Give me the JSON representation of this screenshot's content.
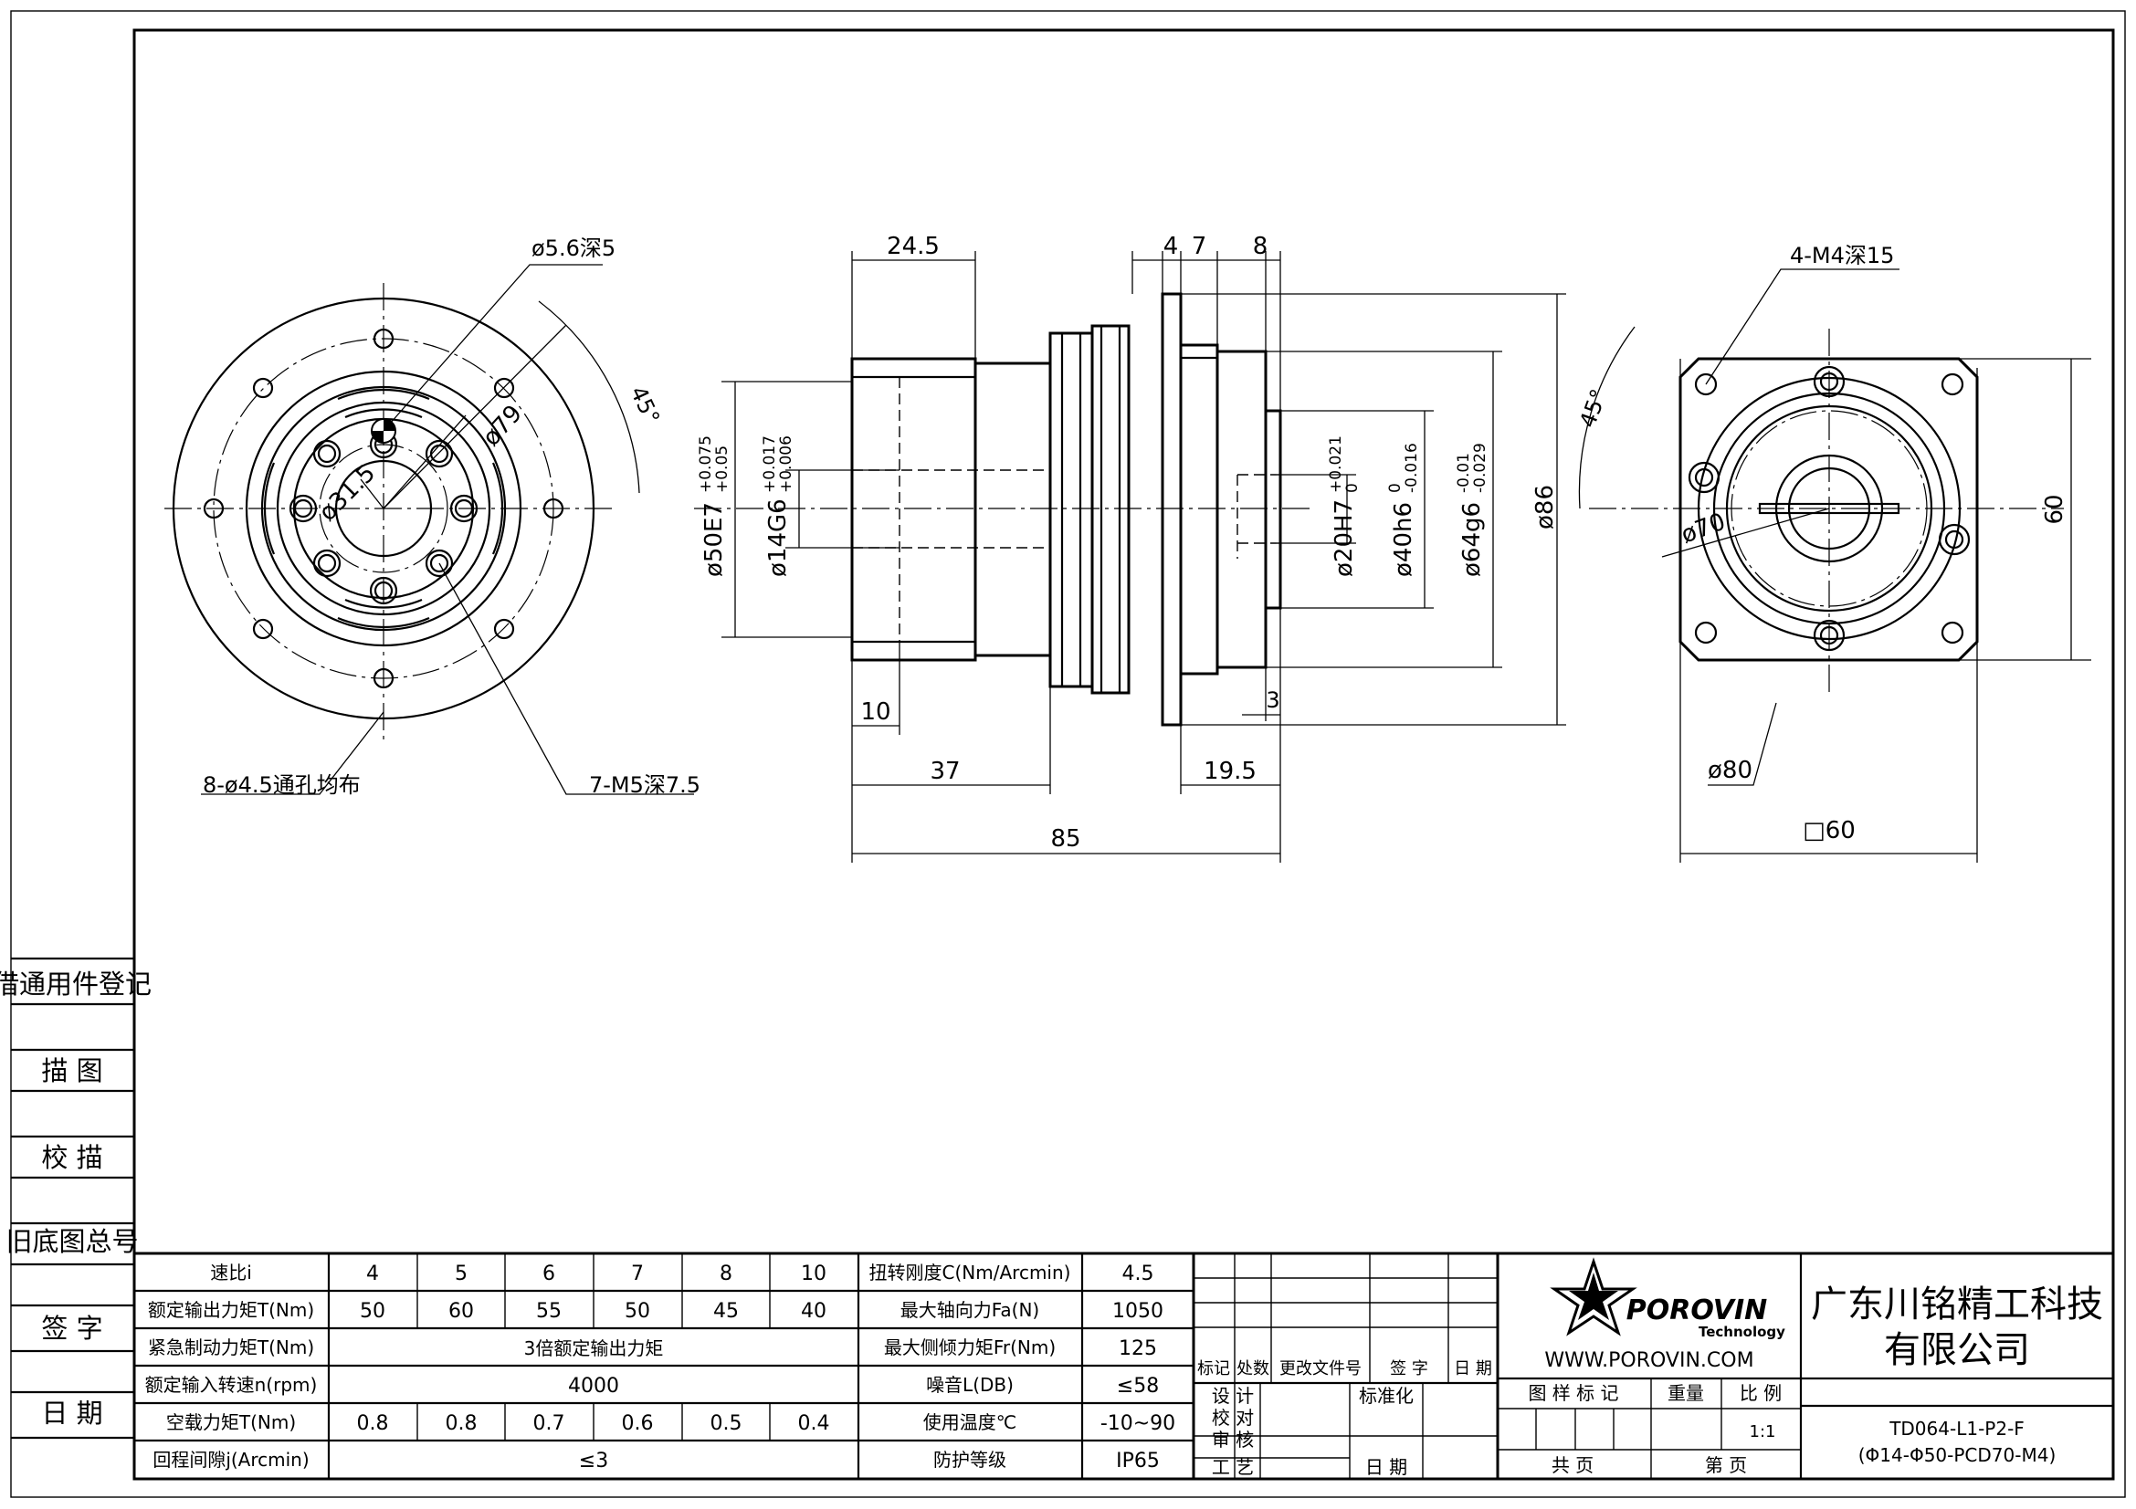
{
  "side_labels": [
    "借通用件登记",
    "描  图",
    "校  描",
    "旧底图总号",
    "签  字",
    "日  期"
  ],
  "dims_front": {
    "d5_6": "ø5.6深5",
    "d79": "ø79",
    "d31_5": "ø31.5",
    "angle45": "45°",
    "holes8": "8-ø4.5通孔均布",
    "m5": "7-M5深7.5"
  },
  "dims_side": {
    "l24_5": "24.5",
    "l4": "4",
    "l7": "7",
    "l8": "8",
    "l10": "10",
    "l37": "37",
    "l85": "85",
    "l19_5": "19.5",
    "l3": "3",
    "d50": "ø50E7",
    "d50tol_up": "+0.075",
    "d50tol_lo": "+0.05",
    "d14": "ø14G6",
    "d14tol_up": "+0.017",
    "d14tol_lo": "+0.006",
    "d20": "ø20H7",
    "d20tol_up": "+0.021",
    "d20tol_lo": "0",
    "d40": "ø40h6",
    "d40tol_up": "0",
    "d40tol_lo": "-0.016",
    "d64": "ø64g6",
    "d64tol_up": "-0.01",
    "d64tol_lo": "-0.029",
    "d86": "ø86"
  },
  "dims_rear": {
    "m4": "4-M4深15",
    "angle45": "45°",
    "d70": "ø70",
    "d80": "ø80",
    "h60": "60",
    "sq60": "□60"
  },
  "spec_table": {
    "rows": [
      {
        "label": "速比i",
        "vals": [
          "4",
          "5",
          "6",
          "7",
          "8",
          "10"
        ],
        "label2": "扭转刚度C(Nm/Arcmin)",
        "val2": "4.5"
      },
      {
        "label": "额定输出力矩T(Nm)",
        "vals": [
          "50",
          "60",
          "55",
          "50",
          "45",
          "40"
        ],
        "label2": "最大轴向力Fa(N)",
        "val2": "1050"
      },
      {
        "label": "紧急制动力矩T(Nm)",
        "merged": "3倍额定输出力矩",
        "label2": "最大侧倾力矩Fr(Nm)",
        "val2": "125"
      },
      {
        "label": "额定输入转速n(rpm)",
        "merged": "4000",
        "label2": "噪音L(DB)",
        "val2": "≤58"
      },
      {
        "label": "空载力矩T(Nm)",
        "vals": [
          "0.8",
          "0.8",
          "0.7",
          "0.6",
          "0.5",
          "0.4"
        ],
        "label2": "使用温度℃",
        "val2": "-10~90"
      },
      {
        "label": "回程间隙j(Arcmin)",
        "merged": "≤3",
        "label2": "防护等级",
        "val2": "IP65"
      }
    ]
  },
  "revision_block": {
    "headers": [
      "标记",
      "处数",
      "更改文件号",
      "签 字",
      "日 期"
    ],
    "design": "设  计",
    "standard": "标准化",
    "check": "校  对",
    "review": "审  核",
    "process": "工  艺",
    "date": "日  期"
  },
  "logo": {
    "brand": "POROVIN",
    "sub": "Technology",
    "url": "WWW.POROVIN.COM"
  },
  "title_block": {
    "company_line1": "广东川铭精工科技",
    "company_line2": "有限公司",
    "col_headers": [
      "图 样 标 记",
      "重量",
      "比 例"
    ],
    "scale": "1:1",
    "total": "共      页",
    "page": "第      页",
    "drawing_no": "TD064-L1-P2-F",
    "drawing_sub": "(Φ14-Φ50-PCD70-M4)"
  }
}
